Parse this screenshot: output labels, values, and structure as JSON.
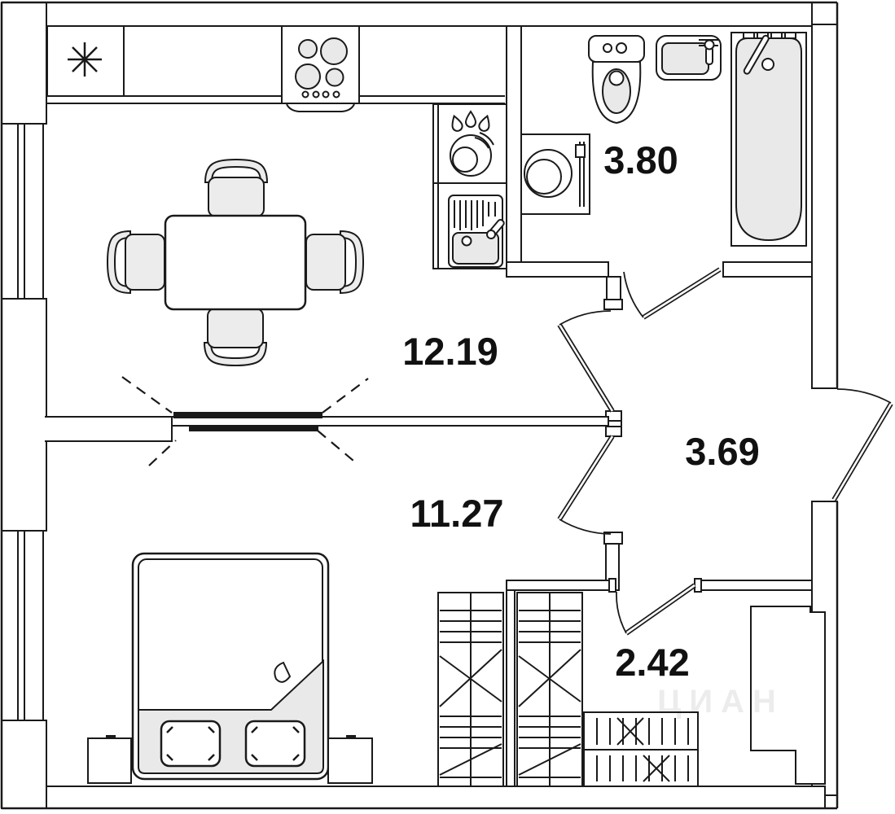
{
  "plan": {
    "type": "apartment-floor-plan",
    "rooms": {
      "living_kitchen": {
        "name": "kitchen-living-room",
        "area": "12.19"
      },
      "bedroom": {
        "name": "bedroom",
        "area": "11.27"
      },
      "bathroom": {
        "name": "bathroom",
        "area": "3.80"
      },
      "hallway": {
        "name": "hallway",
        "area": "3.69"
      },
      "closet": {
        "name": "wardrobe-closet",
        "area": "2.42"
      }
    },
    "watermark": "ЦИАН",
    "colors": {
      "line": "#1a1a1a",
      "wall_fill": "#ffffff",
      "fixture_fill": "#e9e9e9",
      "sliding_panel": "#1a1a1a",
      "background": "#ffffff"
    },
    "icons": [
      "fridge-icon",
      "stove-icon",
      "dishwasher-icon",
      "kitchen-sink-icon",
      "dining-table-icon",
      "chair-icon",
      "sliding-door-icon",
      "window-icon",
      "toilet-icon",
      "washbasin-icon",
      "bathtub-icon",
      "washing-machine-icon",
      "door-icon",
      "double-bed-icon",
      "pillow-icon",
      "nightstand-icon",
      "wardrobe-icon",
      "shoe-rack-icon",
      "duct-shaft-icon"
    ]
  }
}
